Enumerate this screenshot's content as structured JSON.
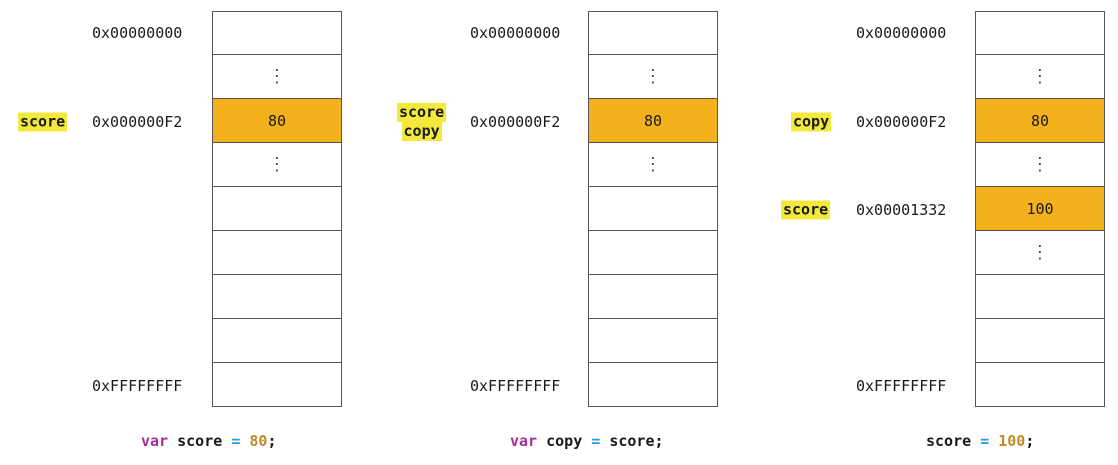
{
  "panels": [
    {
      "addresses": {
        "top": "0x00000000",
        "mid": "0x000000F2",
        "bottom": "0xFFFFFFFF"
      },
      "cells": [
        "",
        "⋮",
        "80",
        "⋮",
        "",
        "",
        "",
        "",
        ""
      ],
      "labels": [
        "score"
      ],
      "code": {
        "keyword": "var",
        "name": "score",
        "op": "=",
        "value": "80",
        "end": ";"
      }
    },
    {
      "addresses": {
        "top": "0x00000000",
        "mid": "0x000000F2",
        "bottom": "0xFFFFFFFF"
      },
      "cells": [
        "",
        "⋮",
        "80",
        "⋮",
        "",
        "",
        "",
        "",
        ""
      ],
      "labels": [
        "score",
        "copy"
      ],
      "code": {
        "keyword": "var",
        "name": "copy",
        "op": "=",
        "value": "score",
        "end": ";"
      }
    },
    {
      "addresses": {
        "top": "0x00000000",
        "mid": "0x000000F2",
        "mid2": "0x00001332",
        "bottom": "0xFFFFFFFF"
      },
      "cells": [
        "",
        "⋮",
        "80",
        "⋮",
        "100",
        "⋮",
        "",
        "",
        ""
      ],
      "labels": [
        "copy",
        "score"
      ],
      "code": {
        "name": "score",
        "op": "=",
        "value": "100",
        "end": ";"
      }
    }
  ],
  "colors": {
    "cell_fill": "#f5b11b",
    "label_highlight": "#f2e93c",
    "keyword": "#a52e98",
    "operator": "#2b9be0",
    "number": "#c08a2a"
  }
}
